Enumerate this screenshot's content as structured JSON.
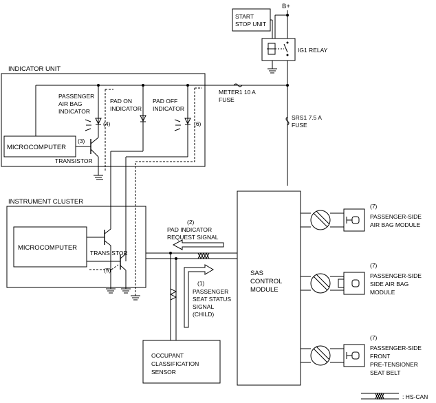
{
  "power": {
    "battery": "B+"
  },
  "relay": {
    "start_stop_line1": "START",
    "start_stop_line2": "STOP UNIT",
    "ig1": "IG1 RELAY"
  },
  "fuses": {
    "meter_line1": "METER1 10 A",
    "meter_line2": "FUSE",
    "srs_line1": "SRS1 7.5 A",
    "srs_line2": "FUSE"
  },
  "indicator_unit": {
    "title": "INDICATOR UNIT",
    "pass_ab_line1": "PASSENGER",
    "pass_ab_line2": "AIR BAG",
    "pass_ab_line3": "INDICATOR",
    "pad_on_line1": "PAD ON",
    "pad_on_line2": "INDICATOR",
    "pad_off_line1": "PAD OFF",
    "pad_off_line2": "INDICATOR",
    "microcomputer": "MICROCOMPUTER",
    "transistor": "TRANSISTOR",
    "num3": "(3)",
    "num4": "(4)",
    "num6": "(6)"
  },
  "instrument_cluster": {
    "title": "INSTRUMENT CLUSTER",
    "microcomputer": "MICROCOMPUTER",
    "transistor": "TRANSISTOR",
    "num5": "(5)"
  },
  "signals": {
    "num2": "(2)",
    "pad_req_line1": "PAD INDICATOR",
    "pad_req_line2": "REQUEST  SIGNAL",
    "num1": "(1)",
    "pass_seat_line1": "PASSENGER",
    "pass_seat_line2": "SEAT STATUS",
    "pass_seat_line3": "SIGNAL",
    "pass_seat_line4": "(CHILD)"
  },
  "sas": {
    "line1": "SAS",
    "line2": "CONTROL",
    "line3": "MODULE"
  },
  "ocs": {
    "line1": "OCCUPANT",
    "line2": "CLASSIFICATION",
    "line3": "SENSOR"
  },
  "modules": {
    "m1_num": "(7)",
    "m1_line1": "PASSENGER-SIDE",
    "m1_line2": "AIR BAG MODULE",
    "m2_num": "(7)",
    "m2_line1": "PASSENGER-SIDE",
    "m2_line2": "SIDE AIR BAG",
    "m2_line3": "MODULE",
    "m3_num": "(7)",
    "m3_line1": "PASSENGER-SIDE",
    "m3_line2": "FRONT",
    "m3_line3": "PRE-TENSIONER",
    "m3_line4": "SEAT BELT"
  },
  "legend": {
    "hs_can": ": HS-CAN"
  }
}
